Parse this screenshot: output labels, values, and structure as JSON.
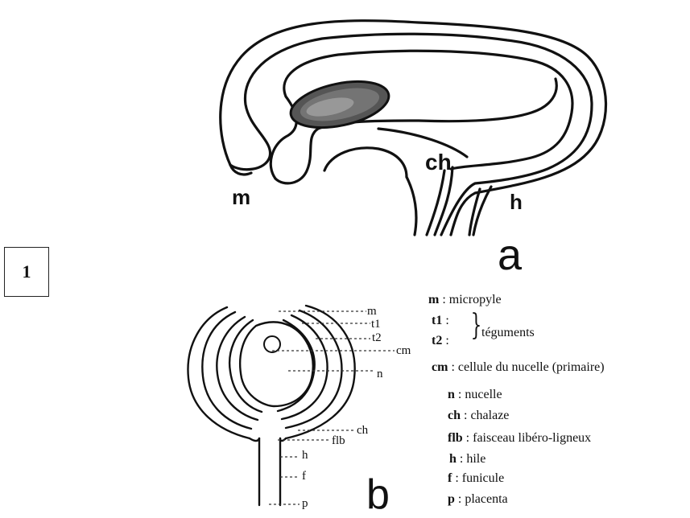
{
  "figure_number": "1",
  "figure_a": {
    "panel_label": "a",
    "labels": {
      "m": "m",
      "ch": "ch",
      "h": "h"
    }
  },
  "figure_b": {
    "panel_label": "b",
    "leader_labels": {
      "m": "m",
      "t1": "t1",
      "t2": "t2",
      "cm": "cm",
      "n": "n",
      "ch": "ch",
      "flb": "flb",
      "h": "h",
      "f": "f",
      "p": "p"
    }
  },
  "legend": [
    {
      "abbr": "m",
      "text": "micropyle"
    },
    {
      "abbr": "t1",
      "text": ""
    },
    {
      "abbr": "t2",
      "text": ""
    },
    {
      "abbr": "cm",
      "text": "cellule du nucelle (primaire)"
    },
    {
      "abbr": "n",
      "text": "nucelle"
    },
    {
      "abbr": "ch",
      "text": "chalaze"
    },
    {
      "abbr": "flb",
      "text": "faisceau libéro-ligneux"
    },
    {
      "abbr": "h",
      "text": "hile"
    },
    {
      "abbr": "f",
      "text": "funicule"
    },
    {
      "abbr": "p",
      "text": "placenta"
    }
  ],
  "legend_brace_text": "téguments",
  "separator": " : "
}
